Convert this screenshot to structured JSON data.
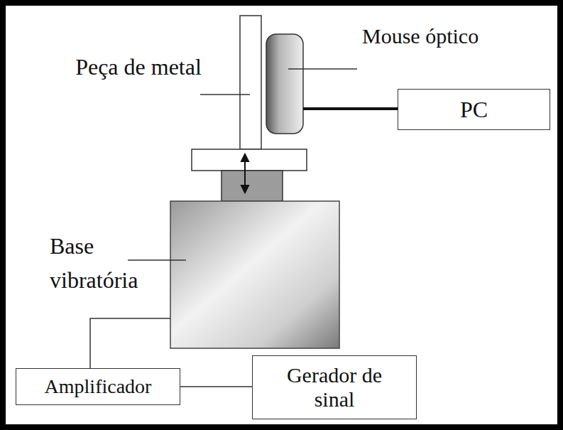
{
  "diagram": {
    "nodes": [
      {
        "text": [
          "PC"
        ]
      },
      {
        "text": [
          "Amplificador"
        ]
      },
      {
        "text": [
          "Gerador de sinal"
        ]
      }
    ],
    "edges": [
      {
        "from": 1,
        "to": 2,
        "arrow": "none"
      }
    ],
    "labels": [
      "Peça de metal",
      "Mouse óptico",
      "Base vibratória"
    ]
  }
}
